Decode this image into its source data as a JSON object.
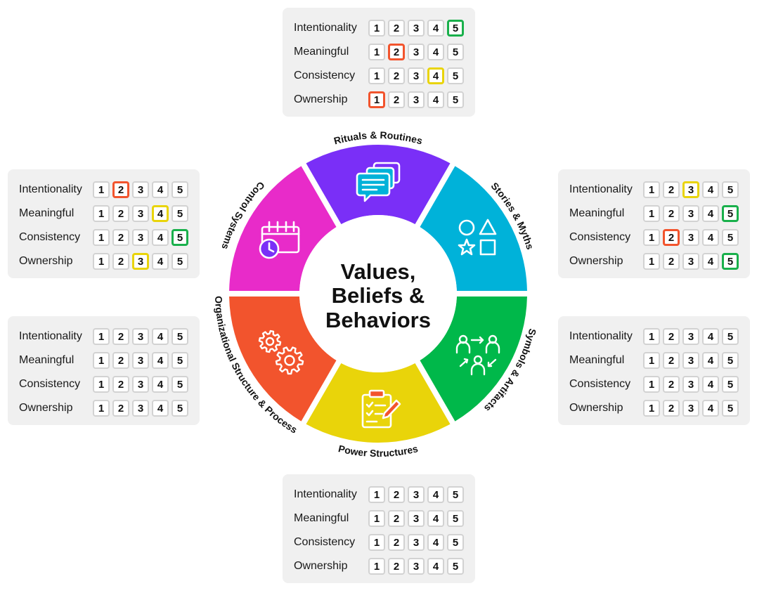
{
  "center": {
    "line1": "Values,",
    "line2": "Beliefs &",
    "line3": "Behaviors"
  },
  "criteria": [
    "Intentionality",
    "Meaningful",
    "Consistency",
    "Ownership"
  ],
  "scale": [
    "1",
    "2",
    "3",
    "4",
    "5"
  ],
  "colors": {
    "purple": "#7a2ff7",
    "blue": "#00b2d9",
    "green": "#00b84a",
    "yellow": "#e9d40a",
    "orange": "#f2542d",
    "magenta": "#e82bc9",
    "rating_low": "#f2542d",
    "rating_mid": "#e9d40a",
    "rating_high": "#19b04b"
  },
  "segments": [
    {
      "label": "Rituals & Routines",
      "color": "#7a2ff7",
      "icon": "calendar-clock-icon"
    },
    {
      "label": "Stories & Myths",
      "color": "#00b2d9",
      "icon": "chat-bubbles-icon"
    },
    {
      "label": "Symbols & Artifacts",
      "color": "#00b84a",
      "icon": "shapes-icon"
    },
    {
      "label": "Power Structures",
      "color": "#e9d40a",
      "icon": "people-network-icon"
    },
    {
      "label": "Organizational Structure & Process",
      "color": "#f2542d",
      "icon": "clipboard-checklist-icon"
    },
    {
      "label": "Control Systems",
      "color": "#e82bc9",
      "icon": "gears-icon"
    }
  ],
  "panels": [
    {
      "id": "stories-myths",
      "ratings": [
        5,
        2,
        4,
        1
      ]
    },
    {
      "id": "rituals-routines",
      "ratings": [
        2,
        4,
        5,
        3
      ]
    },
    {
      "id": "symbols-artifacts",
      "ratings": [
        3,
        5,
        2,
        5
      ]
    },
    {
      "id": "control-systems",
      "ratings": [
        null,
        null,
        null,
        null
      ]
    },
    {
      "id": "power-structures",
      "ratings": [
        null,
        null,
        null,
        null
      ]
    },
    {
      "id": "org-structure-process",
      "ratings": [
        null,
        null,
        null,
        null
      ]
    }
  ]
}
